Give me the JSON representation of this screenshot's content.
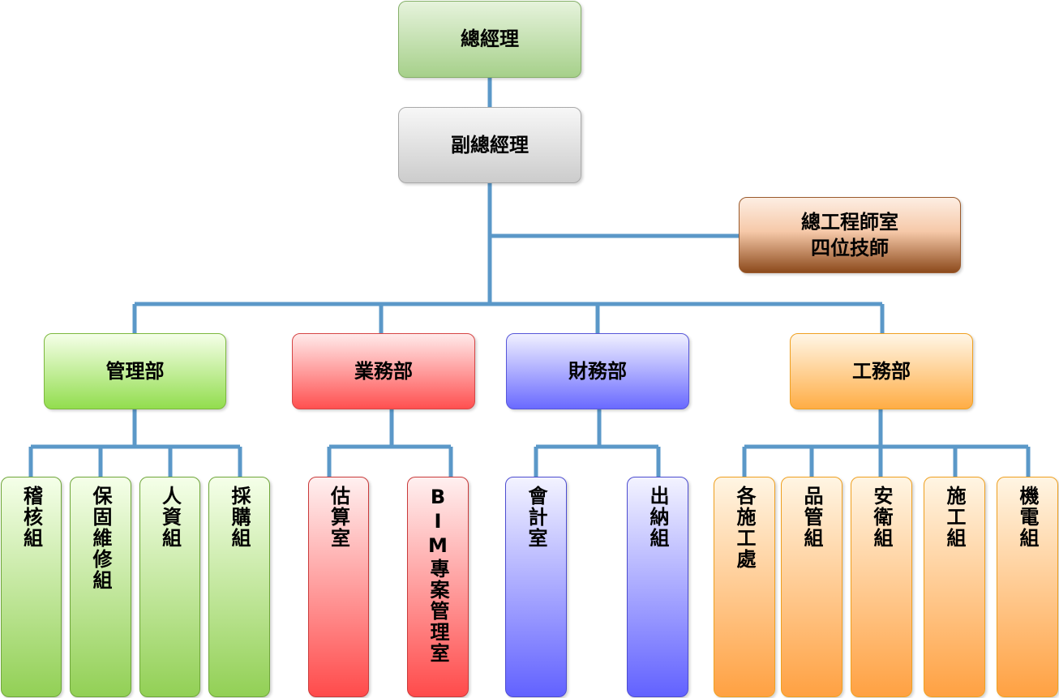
{
  "gm": "總經理",
  "deputy": "副總經理",
  "chief_engineer": {
    "line1": "總工程師室",
    "line2": "四位技師"
  },
  "departments": [
    {
      "label": "管理部",
      "units": [
        "稽核組",
        "保固維修組",
        "人資組",
        "採購組"
      ]
    },
    {
      "label": "業務部",
      "units": [
        "估算室",
        "BIM專案管理室"
      ]
    },
    {
      "label": "財務部",
      "units": [
        "會計室",
        "出納組"
      ]
    },
    {
      "label": "工務部",
      "units": [
        "各施工處",
        "品管組",
        "安衛組",
        "施工組",
        "機電組"
      ]
    }
  ],
  "colors": {
    "connector": "#5b98c8",
    "gm": "#a6d08a",
    "deputy": "#cccccc",
    "chief_engineer": "#8c4a1c",
    "management": "#92dd4e",
    "business": "#ff5050",
    "finance": "#6a6aff",
    "engineering": "#ffad45"
  }
}
